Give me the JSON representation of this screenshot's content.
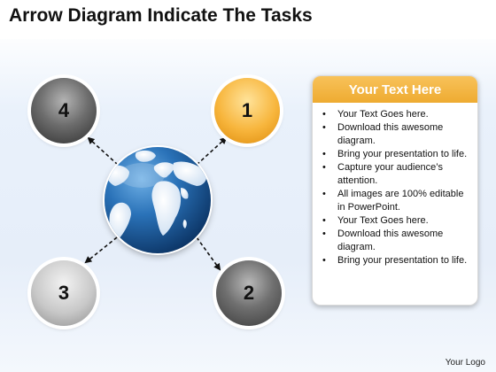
{
  "title": "Arrow Diagram Indicate The Tasks",
  "nodes": {
    "n4": "4",
    "n1": "1",
    "n3": "3",
    "n2": "2"
  },
  "panel": {
    "header": "Your Text Here",
    "bullets": [
      "Your Text Goes here.",
      "Download this awesome diagram.",
      "Bring your presentation to life.",
      "Capture your audience’s attention.",
      "All images are 100% editable in PowerPoint.",
      "Your Text Goes here.",
      "Download this awesome diagram.",
      "Bring your presentation to life."
    ]
  },
  "footer": {
    "logo": "Your Logo"
  },
  "colors": {
    "accent_orange": "#f5b23a",
    "globe_blue": "#1f5f9e",
    "dark_grey": "#4a4a4a",
    "light_grey": "#c8c8c8"
  },
  "icons": {
    "center": "globe-icon"
  }
}
